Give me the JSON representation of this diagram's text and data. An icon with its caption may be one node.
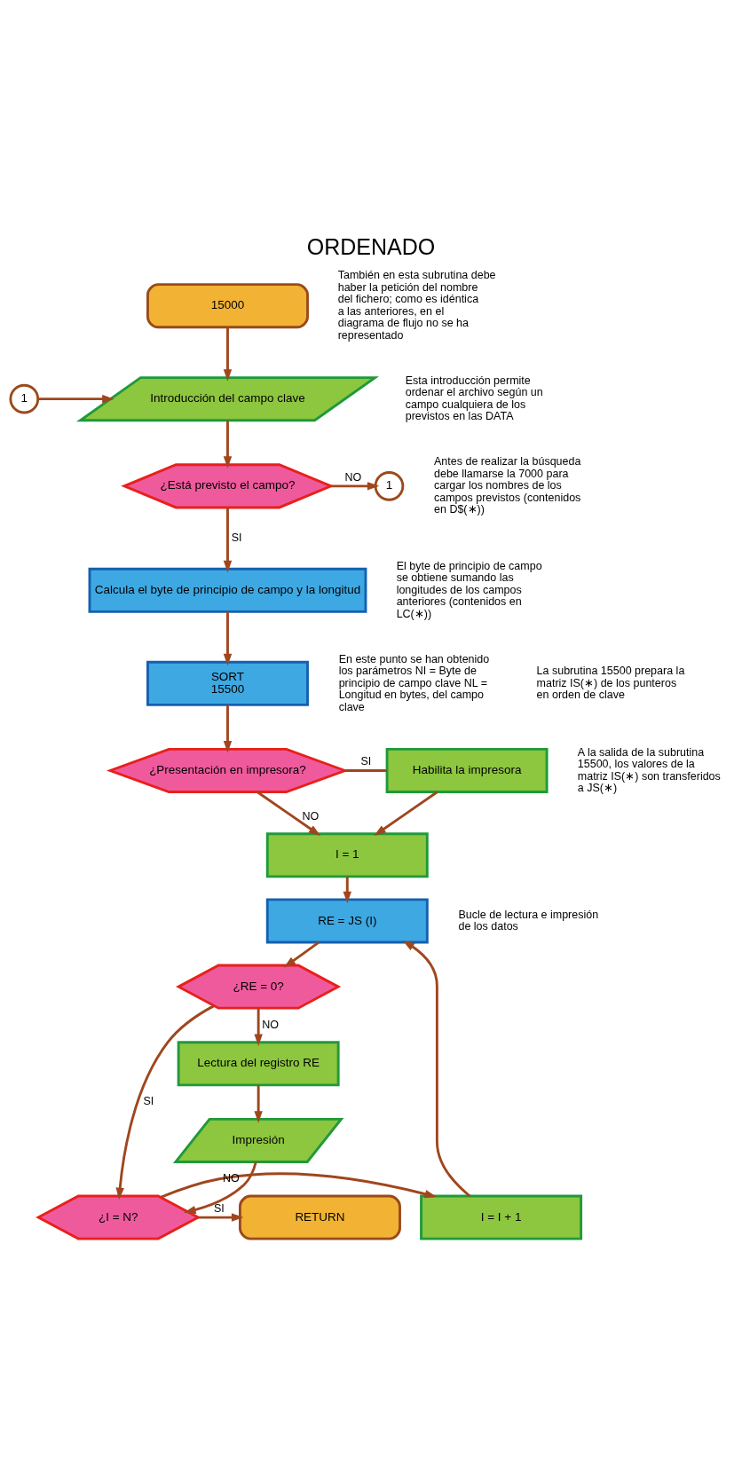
{
  "diagram": {
    "title": "ORDENADO",
    "nodes": [
      {
        "text": [
          "15000"
        ]
      },
      {
        "text": [
          "1"
        ]
      },
      {
        "text": [
          "Introducción del campo clave"
        ]
      },
      {
        "text": [
          "¿Está previsto el campo?"
        ]
      },
      {
        "text": [
          "1"
        ]
      },
      {
        "text": [
          "Calcula el byte de principio de campo y la longitud"
        ]
      },
      {
        "text": [
          "SORT",
          "15500"
        ]
      },
      {
        "text": [
          "¿Presentación en impresora?"
        ]
      },
      {
        "text": [
          "Habilita la impresora"
        ]
      },
      {
        "text": [
          "I = 1"
        ]
      },
      {
        "text": [
          "RE = JS (I)"
        ]
      },
      {
        "text": [
          "¿RE = 0?"
        ]
      },
      {
        "text": [
          "Lectura del registro RE"
        ]
      },
      {
        "text": [
          "Impresión"
        ]
      },
      {
        "text": [
          "¿I = N?"
        ]
      },
      {
        "text": [
          "I = I + 1"
        ]
      },
      {
        "text": [
          "RETURN"
        ]
      }
    ],
    "edges": [
      {
        "from": 0,
        "to": 2,
        "arrow": "to"
      },
      {
        "from": 1,
        "to": 2,
        "arrow": "to"
      },
      {
        "from": 2,
        "to": 3,
        "arrow": "to"
      },
      {
        "from": 3,
        "to": 4,
        "arrow": "to",
        "label": "NO"
      },
      {
        "from": 3,
        "to": 5,
        "arrow": "to",
        "label": "SI"
      },
      {
        "from": 5,
        "to": 6,
        "arrow": "to"
      },
      {
        "from": 6,
        "to": 7,
        "arrow": "to"
      },
      {
        "from": 7,
        "to": 8,
        "arrow": "none",
        "label": "SI"
      },
      {
        "from": 8,
        "to": 9,
        "arrow": "to"
      },
      {
        "from": 7,
        "to": 9,
        "arrow": "to",
        "label": "NO"
      },
      {
        "from": 9,
        "to": 10,
        "arrow": "to"
      },
      {
        "from": 15,
        "to": 10,
        "arrow": "to"
      },
      {
        "from": 10,
        "to": 11,
        "arrow": "to"
      },
      {
        "from": 11,
        "to": 12,
        "arrow": "to",
        "label": "NO"
      },
      {
        "from": 11,
        "to": 14,
        "arrow": "to",
        "label": "SI"
      },
      {
        "from": 12,
        "to": 13,
        "arrow": "to"
      },
      {
        "from": 13,
        "to": 14,
        "arrow": "to"
      },
      {
        "from": 14,
        "to": 15,
        "arrow": "to",
        "label": "NO"
      },
      {
        "from": 14,
        "to": 16,
        "arrow": "to",
        "label": "SI"
      }
    ],
    "labels": [
      "También en esta subrutina debe haber la petición del nombre del fichero; como es idéntica a las anteriores, en el diagrama de flujo no se ha representado",
      "Esta introducción permite ordenar el archivo según un campo cualquiera de los previstos en las DATA",
      "Antes de realizar la búsqueda debe llamarse la 7000 para cargar los nombres de los campos previstos (contenidos en D$(∗))",
      "El byte de principio de campo se obtiene sumando las longitudes de los campos anteriores (contenidos en LC(∗))",
      "En este punto se han obtenido los parámetros NI = Byte de principio de campo clave NL = Longitud en bytes, del campo clave",
      "La subrutina 15500 prepara la matriz IS(∗) de los punteros en orden de clave",
      "A la salida de la subrutina 15500, los valores de la matriz IS(∗) son transferidos a JS(∗)",
      "Bucle de lectura e impresión de los datos"
    ]
  }
}
